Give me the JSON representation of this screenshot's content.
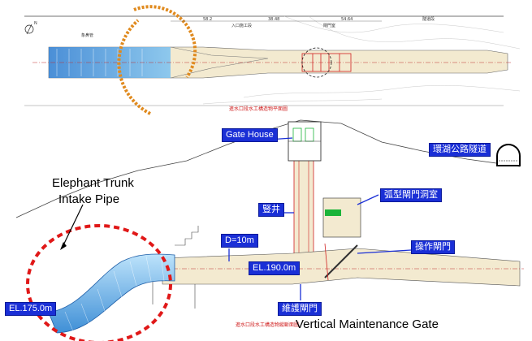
{
  "title_plan": "進水口段水工構造物平面圖",
  "title_section": "進水口段水工構造物縱斷面圖",
  "labels": {
    "gate_house": "Gate House",
    "elephant_trunk_1": "Elephant Trunk",
    "elephant_trunk_2": "Intake Pipe",
    "shaft": "豎井",
    "arc_gate_chamber": "弧型閘門洞室",
    "operating_gate": "操作閘門",
    "diameter": "D=10m",
    "el_190": "EL.190.0m",
    "el_175": "EL.175.0m",
    "maintenance_gate_cn": "維護閘門",
    "vertical_maintenance_gate": "Vertical Maintenance Gate",
    "ring_road_tunnel": "環湖公路隧道"
  },
  "plan_notes": {
    "north": "N",
    "d1": "58.2",
    "d2": "38.48",
    "d3": "54.64",
    "gate_area": "閘門室",
    "tunnel": "隧道段",
    "intake": "入口施工段",
    "elephant": "象鼻管"
  },
  "colors": {
    "blue_box": "#1a2fd6",
    "red_dashed": "#e01818",
    "water_blue": "#4aa8e8",
    "tunnel_fill": "#f3ead0",
    "orange_arc": "#e08a1e",
    "green_block": "#1bb43a"
  }
}
